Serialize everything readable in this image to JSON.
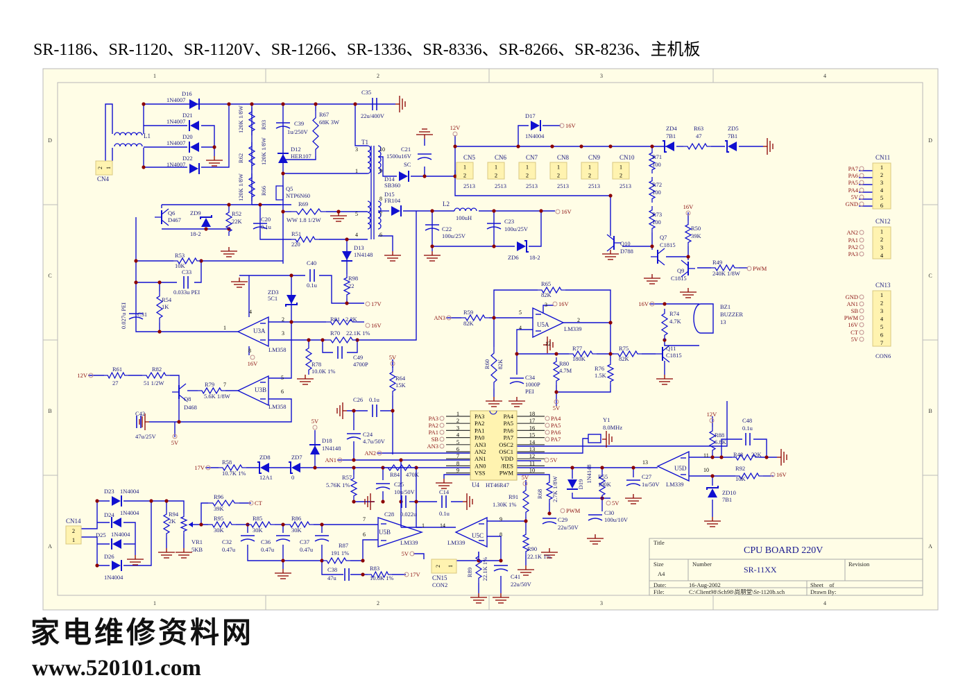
{
  "header": {
    "title": "SR-1186、SR-1120、SR-1120V、SR-1266、SR-1336、SR-8336、SR-8266、SR-8236、主机板"
  },
  "frame": {
    "zones_x": [
      "1",
      "2",
      "3",
      "4"
    ],
    "zones_y": [
      "D",
      "C",
      "B",
      "A"
    ]
  },
  "title_block": {
    "title_label": "Title",
    "title": "CPU BOARD 220V",
    "size_label": "Size",
    "size": "A4",
    "number_label": "Number",
    "number": "SR-11XX",
    "revision_label": "Revision",
    "date_label": "Date:",
    "date": "16-Aug-2002",
    "sheet_label": "Sheet    of",
    "file_label": "File:",
    "file": "C:\\Client98\\Sch98\\尚朋堂\\Sr-1120b.sch",
    "drawn_label": "Drawn By:"
  },
  "watermark": {
    "line1": "家电维修资料网",
    "line2": "www.520101.com"
  },
  "colors": {
    "wire": "#1010d0",
    "junction": "#8b0000",
    "net": "#8b1010",
    "designator": "#1a1a80",
    "paper": "#fffde6",
    "connector": "#fff3b0"
  },
  "components": [
    {
      "ref": "D16",
      "value": "1N4007"
    },
    {
      "ref": "D21",
      "value": "1N4007"
    },
    {
      "ref": "D20",
      "value": "1N4007"
    },
    {
      "ref": "D22",
      "value": "1N4007"
    },
    {
      "ref": "L1"
    },
    {
      "ref": "CN4"
    },
    {
      "ref": "R62",
      "value": "120K 1/8W"
    },
    {
      "ref": "R93",
      "value": "120K 1/8W"
    },
    {
      "ref": "R66",
      "value": "120K 1/8W"
    },
    {
      "ref": "C39",
      "value": "1u/250V"
    },
    {
      "ref": "R67",
      "value": "68K 3W"
    },
    {
      "ref": "C35",
      "value": "22u/400V"
    },
    {
      "ref": "D12",
      "value": "HER107"
    },
    {
      "ref": "T1"
    },
    {
      "ref": "Q5",
      "value": "NTP6N60"
    },
    {
      "ref": "R69",
      "value": "WW 1.8 1/2W"
    },
    {
      "ref": "R52",
      "value": "22K"
    },
    {
      "ref": "C20",
      "value": "0.1u"
    },
    {
      "ref": "Q6",
      "value": "D467"
    },
    {
      "ref": "ZD9",
      "value": "18-2"
    },
    {
      "ref": "R51",
      "value": "220"
    },
    {
      "ref": "D13",
      "value": "1N4148"
    },
    {
      "ref": "R53",
      "value": "10K"
    },
    {
      "ref": "C33",
      "value": "0.033u PEI"
    },
    {
      "ref": "C40",
      "value": "0.1u"
    },
    {
      "ref": "R98",
      "value": "22"
    },
    {
      "ref": "ZD3",
      "value": "5C1"
    },
    {
      "ref": "R54",
      "value": "1K"
    },
    {
      "ref": "C31",
      "value": "0.027u PEI"
    },
    {
      "ref": "U3A",
      "value": "LM358"
    },
    {
      "ref": "R81",
      "value": "2.2K"
    },
    {
      "ref": "R70",
      "value": "22.1K 1%"
    },
    {
      "ref": "C49",
      "value": "4700P"
    },
    {
      "ref": "R78",
      "value": "10.0K 1%"
    },
    {
      "ref": "R61",
      "value": "27"
    },
    {
      "ref": "R82",
      "value": "51 1/2W"
    },
    {
      "ref": "R79",
      "value": "5.6K 1/8W"
    },
    {
      "ref": "Q8",
      "value": "D468"
    },
    {
      "ref": "U3B",
      "value": "LM358"
    },
    {
      "ref": "C42",
      "value": "47u/25V"
    },
    {
      "ref": "D14",
      "value": "SB360"
    },
    {
      "ref": "D15",
      "value": "FR104"
    },
    {
      "ref": "C21",
      "value": "1500u16V"
    },
    {
      "ref": "SC"
    },
    {
      "ref": "L2",
      "value": "100uH"
    },
    {
      "ref": "C22",
      "value": "100u/25V"
    },
    {
      "ref": "C23",
      "value": "100u/25V"
    },
    {
      "ref": "ZD6",
      "value": "18-2"
    },
    {
      "ref": "D17",
      "value": "1N4004"
    },
    {
      "ref": "CN5",
      "value": "2513"
    },
    {
      "ref": "CN6",
      "value": "2513"
    },
    {
      "ref": "CN7",
      "value": "2513"
    },
    {
      "ref": "CN8",
      "value": "2513"
    },
    {
      "ref": "CN9",
      "value": "2513"
    },
    {
      "ref": "CN10",
      "value": "2513"
    },
    {
      "ref": "R71",
      "value": "100"
    },
    {
      "ref": "R72",
      "value": "100"
    },
    {
      "ref": "R73",
      "value": "100"
    },
    {
      "ref": "ZD4",
      "value": "7B1"
    },
    {
      "ref": "R63",
      "value": "47"
    },
    {
      "ref": "ZD5",
      "value": "7B1"
    },
    {
      "ref": "Q10",
      "value": "D788"
    },
    {
      "ref": "Q7",
      "value": "C1815"
    },
    {
      "ref": "R50",
      "value": "39K"
    },
    {
      "ref": "Q9",
      "value": "C1815"
    },
    {
      "ref": "R49",
      "value": "240K 1/8W"
    },
    {
      "ref": "R65",
      "value": "82K"
    },
    {
      "ref": "R59",
      "value": "82K"
    },
    {
      "ref": "U5A",
      "value": "LM339"
    },
    {
      "ref": "R60",
      "value": "82K"
    },
    {
      "ref": "C34",
      "value": "1000P",
      "value2": "PEI"
    },
    {
      "ref": "R77",
      "value": "180K"
    },
    {
      "ref": "R80",
      "value": "4.7M"
    },
    {
      "ref": "R75",
      "value": "82K"
    },
    {
      "ref": "R76",
      "value": "1.5K"
    },
    {
      "ref": "R74",
      "value": "4.7K"
    },
    {
      "ref": "BZ1",
      "value": "BUZZER",
      "value2": "13"
    },
    {
      "ref": "Q11",
      "value": "C1815"
    },
    {
      "ref": "CN11"
    },
    {
      "ref": "CN12"
    },
    {
      "ref": "CN13",
      "value": "CON6"
    },
    {
      "ref": "R64",
      "value": "15K"
    },
    {
      "ref": "C26",
      "value": "0.1u"
    },
    {
      "ref": "C24",
      "value": "4.7u/50V"
    },
    {
      "ref": "D18",
      "value": "1N4148"
    },
    {
      "ref": "R58",
      "value": "10.7K 1%"
    },
    {
      "ref": "ZD8",
      "value": "12A1"
    },
    {
      "ref": "ZD7",
      "value": "0"
    },
    {
      "ref": "R57",
      "value": "5.76K 1%"
    },
    {
      "ref": "R84",
      "value": "470K"
    },
    {
      "ref": "C25",
      "value": "10u/50V"
    },
    {
      "ref": "C28",
      "value": "0.022u"
    },
    {
      "ref": "C14",
      "value": "0.1u"
    },
    {
      "ref": "U4",
      "value": "HT46R47"
    },
    {
      "ref": "R91",
      "value": "1.30K 1%"
    },
    {
      "ref": "R68",
      "value": "2.7K 1/8W"
    },
    {
      "ref": "D19",
      "value": "1N4148"
    },
    {
      "ref": "R55",
      "value": "100K"
    },
    {
      "ref": "C27",
      "value": "1u/50V"
    },
    {
      "ref": "C29",
      "value": "22u/50V"
    },
    {
      "ref": "C30",
      "value": "100u/10V"
    },
    {
      "ref": "Y1",
      "value": "8.0MHz"
    },
    {
      "ref": "R88",
      "value": "6.8K"
    },
    {
      "ref": "C48",
      "value": "0.1u"
    },
    {
      "ref": "R48",
      "value": "22K"
    },
    {
      "ref": "R92",
      "value": "10K"
    },
    {
      "ref": "ZD10",
      "value": "7B1"
    },
    {
      "ref": "U5D",
      "value": "LM339"
    },
    {
      "ref": "U5B",
      "value": "LM339"
    },
    {
      "ref": "U5C",
      "value": "LM339"
    },
    {
      "ref": "R90",
      "value": "22.1K 1%"
    },
    {
      "ref": "C41",
      "value": "22u/50V"
    },
    {
      "ref": "R89",
      "value": "22.1K 1%"
    },
    {
      "ref": "CN15",
      "value": "CON2"
    },
    {
      "ref": "R87",
      "value": "191 1%"
    },
    {
      "ref": "C38",
      "value": "47u"
    },
    {
      "ref": "R83",
      "value": "10.0K 1%"
    },
    {
      "ref": "C32",
      "value": "0.47u"
    },
    {
      "ref": "C36",
      "value": "0.47u"
    },
    {
      "ref": "C37",
      "value": "0.47u"
    },
    {
      "ref": "R95",
      "value": "30K"
    },
    {
      "ref": "R85",
      "value": "30K"
    },
    {
      "ref": "R86",
      "value": "30K"
    },
    {
      "ref": "R96",
      "value": "39K"
    },
    {
      "ref": "R94",
      "value": "2K"
    },
    {
      "ref": "VR1",
      "value": "5KB"
    },
    {
      "ref": "D23",
      "value": "1N4004"
    },
    {
      "ref": "D24",
      "value": "1N4004"
    },
    {
      "ref": "D25",
      "value": "1N4004"
    },
    {
      "ref": "D26",
      "value": "1N4004"
    },
    {
      "ref": "CN14"
    }
  ],
  "nets": [
    "12V",
    "16V",
    "16V",
    "16V",
    "PWM",
    "17V",
    "16V",
    "16V",
    "5V",
    "12V",
    "5V",
    "AN3",
    "16V",
    "16V",
    "5V",
    "5V",
    "AN1",
    "AN2",
    "17V",
    "5V",
    "5V",
    "PWM",
    "5V",
    "12V",
    "16V",
    "CT",
    "5V",
    "17V",
    "PA3",
    "PA2",
    "PA1",
    "SB",
    "AN3",
    "PA4",
    "PA5",
    "PA6",
    "PA7",
    "PA7",
    "PA6",
    "PA5",
    "PA4",
    "5V",
    "GND",
    "AN2",
    "PA1",
    "PA2",
    "PA3",
    "GND",
    "AN1",
    "SB",
    "PWM",
    "16V",
    "CT",
    "5V"
  ],
  "u4": {
    "left_pins": [
      {
        "num": "1",
        "name": "PA3"
      },
      {
        "num": "2",
        "name": "PA2"
      },
      {
        "num": "3",
        "name": "PA1"
      },
      {
        "num": "4",
        "name": "PA0"
      },
      {
        "num": "5",
        "name": "AN3"
      },
      {
        "num": "6",
        "name": "AN2"
      },
      {
        "num": "7",
        "name": "AN1"
      },
      {
        "num": "8",
        "name": "AN0"
      },
      {
        "num": "9",
        "name": "VSS"
      }
    ],
    "right_pins": [
      {
        "num": "18",
        "name": "PA4"
      },
      {
        "num": "17",
        "name": "PA5"
      },
      {
        "num": "16",
        "name": "PA6"
      },
      {
        "num": "15",
        "name": "PA7"
      },
      {
        "num": "14",
        "name": "OSC2"
      },
      {
        "num": "13",
        "name": "OSC1"
      },
      {
        "num": "12",
        "name": "VDD"
      },
      {
        "num": "11",
        "name": "/RES"
      },
      {
        "num": "10",
        "name": "PWM"
      }
    ]
  },
  "connectors": [
    {
      "id": "CN4",
      "pins": [
        "2",
        "1"
      ]
    },
    {
      "id": "CN5",
      "pins": [
        "1",
        "2"
      ]
    },
    {
      "id": "CN6",
      "pins": [
        "1",
        "2"
      ]
    },
    {
      "id": "CN7",
      "pins": [
        "1",
        "2"
      ]
    },
    {
      "id": "CN8",
      "pins": [
        "1",
        "2"
      ]
    },
    {
      "id": "CN9",
      "pins": [
        "1",
        "2"
      ]
    },
    {
      "id": "CN10",
      "pins": [
        "1",
        "2"
      ]
    },
    {
      "id": "CN11",
      "pins": [
        "1",
        "2",
        "3",
        "4",
        "5",
        "6"
      ]
    },
    {
      "id": "CN12",
      "pins": [
        "1",
        "2",
        "3",
        "4"
      ]
    },
    {
      "id": "CN13",
      "pins": [
        "1",
        "2",
        "3",
        "4",
        "5",
        "6",
        "7"
      ]
    },
    {
      "id": "CN14",
      "pins": [
        "2",
        "1"
      ]
    },
    {
      "id": "CN15",
      "pins": [
        "2",
        "1"
      ]
    }
  ],
  "pin_numbers": [
    "4",
    "2",
    "3",
    "1",
    "8",
    "5",
    "6",
    "7",
    "5",
    "4",
    "2",
    "3",
    "12",
    "11",
    "10",
    "13",
    "7",
    "6",
    "1",
    "9",
    "8",
    "14",
    "3",
    "1",
    "5",
    "4",
    "10",
    "9",
    "8",
    "7",
    "6"
  ]
}
